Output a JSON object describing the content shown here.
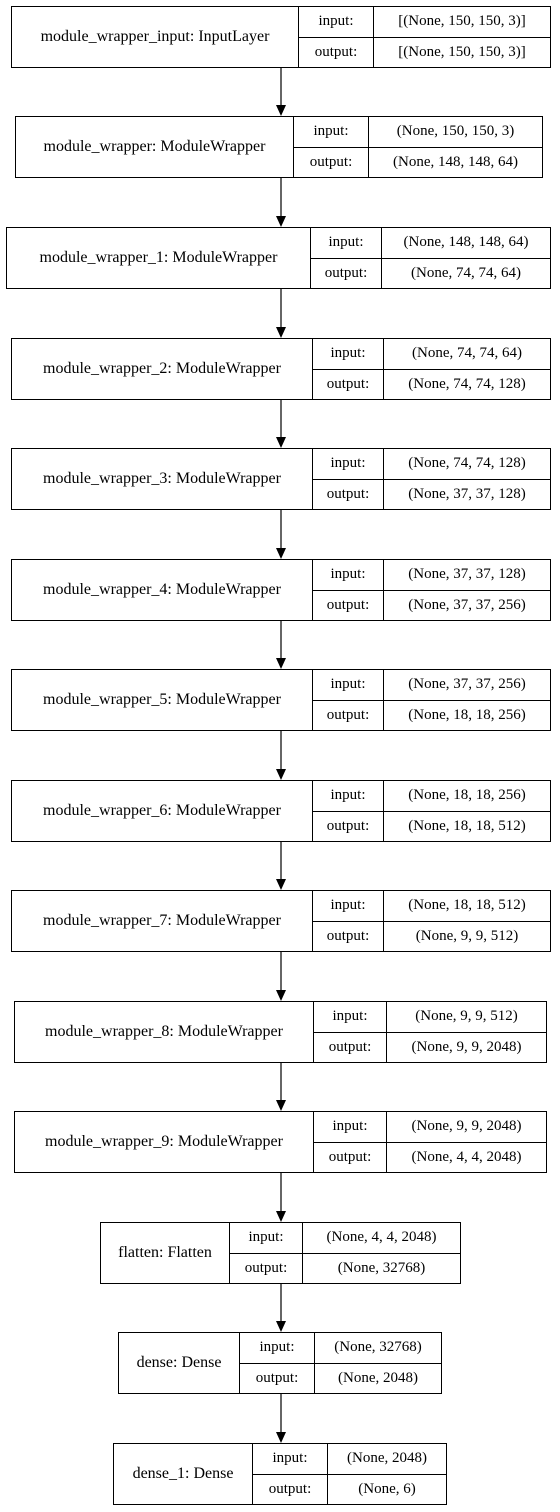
{
  "labels": {
    "input": "input:",
    "output": "output:"
  },
  "layers": [
    {
      "name": "module_wrapper_input: InputLayer",
      "input": "[(None, 150, 150, 3)]",
      "output": "[(None, 150, 150, 3)]"
    },
    {
      "name": "module_wrapper: ModuleWrapper",
      "input": "(None, 150, 150, 3)",
      "output": "(None, 148, 148, 64)"
    },
    {
      "name": "module_wrapper_1: ModuleWrapper",
      "input": "(None, 148, 148, 64)",
      "output": "(None, 74, 74, 64)"
    },
    {
      "name": "module_wrapper_2: ModuleWrapper",
      "input": "(None, 74, 74, 64)",
      "output": "(None, 74, 74, 128)"
    },
    {
      "name": "module_wrapper_3: ModuleWrapper",
      "input": "(None, 74, 74, 128)",
      "output": "(None, 37, 37, 128)"
    },
    {
      "name": "module_wrapper_4: ModuleWrapper",
      "input": "(None, 37, 37, 128)",
      "output": "(None, 37, 37, 256)"
    },
    {
      "name": "module_wrapper_5: ModuleWrapper",
      "input": "(None, 37, 37, 256)",
      "output": "(None, 18, 18, 256)"
    },
    {
      "name": "module_wrapper_6: ModuleWrapper",
      "input": "(None, 18, 18, 256)",
      "output": "(None, 18, 18, 512)"
    },
    {
      "name": "module_wrapper_7: ModuleWrapper",
      "input": "(None, 18, 18, 512)",
      "output": "(None, 9, 9, 512)"
    },
    {
      "name": "module_wrapper_8: ModuleWrapper",
      "input": "(None, 9, 9, 512)",
      "output": "(None, 9, 9, 2048)"
    },
    {
      "name": "module_wrapper_9: ModuleWrapper",
      "input": "(None, 9, 9, 2048)",
      "output": "(None, 4, 4, 2048)"
    },
    {
      "name": "flatten: Flatten",
      "input": "(None, 4, 4, 2048)",
      "output": "(None, 32768)"
    },
    {
      "name": "dense: Dense",
      "input": "(None, 32768)",
      "output": "(None, 2048)"
    },
    {
      "name": "dense_1: Dense",
      "input": "(None, 2048)",
      "output": "(None, 6)"
    }
  ]
}
